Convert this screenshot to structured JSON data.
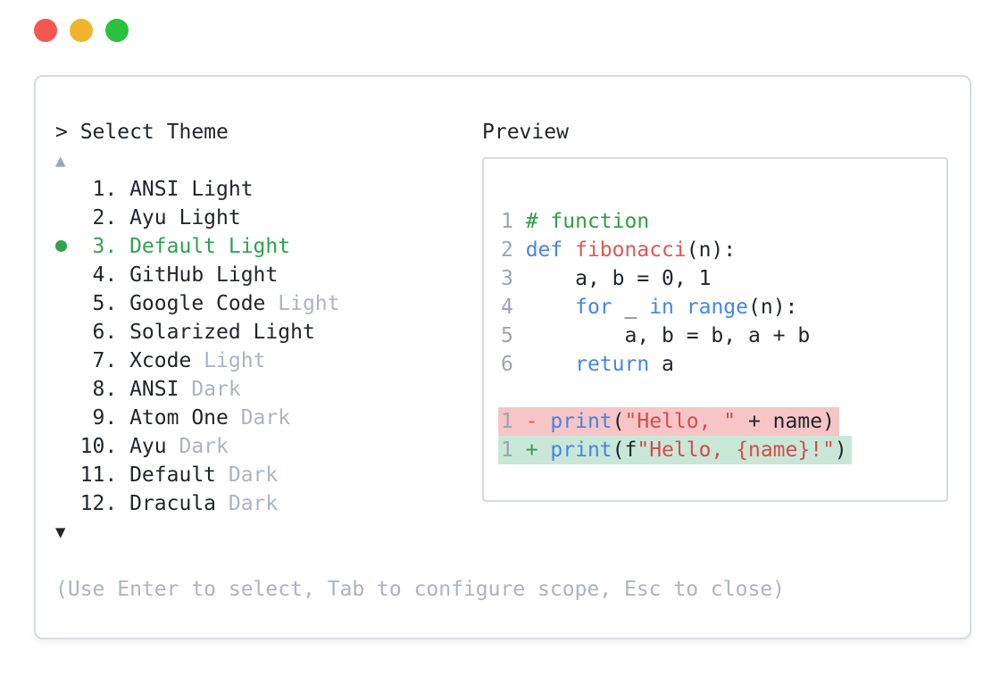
{
  "window": {
    "controls": [
      {
        "name": "close-button",
        "color": "#f4574f"
      },
      {
        "name": "minimize-button",
        "color": "#f1b230"
      },
      {
        "name": "maximize-button",
        "color": "#29c13d"
      }
    ]
  },
  "theme_picker": {
    "prompt": "> Select Theme",
    "scroll_up_indicator": "▲",
    "scroll_down_indicator": "▼",
    "items": [
      {
        "number": "1",
        "label": "ANSI Light",
        "muted": "",
        "selected": false
      },
      {
        "number": "2",
        "label": "Ayu Light",
        "muted": "",
        "selected": false
      },
      {
        "number": "3",
        "label": "Default Light",
        "muted": "",
        "selected": true
      },
      {
        "number": "4",
        "label": "GitHub Light",
        "muted": "",
        "selected": false
      },
      {
        "number": "5",
        "label": "Google Code",
        "muted": "Light",
        "selected": false
      },
      {
        "number": "6",
        "label": "Solarized Light",
        "muted": "",
        "selected": false
      },
      {
        "number": "7",
        "label": "Xcode",
        "muted": "Light",
        "selected": false
      },
      {
        "number": "8",
        "label": "ANSI",
        "muted": "Dark",
        "selected": false
      },
      {
        "number": "9",
        "label": "Atom One",
        "muted": "Dark",
        "selected": false
      },
      {
        "number": "10",
        "label": "Ayu",
        "muted": "Dark",
        "selected": false
      },
      {
        "number": "11",
        "label": "Default",
        "muted": "Dark",
        "selected": false
      },
      {
        "number": "12",
        "label": "Dracula",
        "muted": "Dark",
        "selected": false
      }
    ],
    "hint": "(Use Enter to select, Tab to configure scope, Esc to close)"
  },
  "preview": {
    "title": "Preview",
    "code_lines": [
      {
        "num": "1",
        "diff": null,
        "tokens": [
          {
            "t": "# function",
            "c": "com"
          }
        ]
      },
      {
        "num": "2",
        "diff": null,
        "tokens": [
          {
            "t": "def",
            "c": "kw"
          },
          {
            "t": " ",
            "c": "pl"
          },
          {
            "t": "fibonacci",
            "c": "fn"
          },
          {
            "t": "(n):",
            "c": "pl"
          }
        ]
      },
      {
        "num": "3",
        "diff": null,
        "tokens": [
          {
            "t": "    a, b = 0, 1",
            "c": "pl"
          }
        ]
      },
      {
        "num": "4",
        "diff": null,
        "tokens": [
          {
            "t": "    ",
            "c": "pl"
          },
          {
            "t": "for",
            "c": "kw"
          },
          {
            "t": " _ ",
            "c": "pl"
          },
          {
            "t": "in",
            "c": "kw"
          },
          {
            "t": " ",
            "c": "pl"
          },
          {
            "t": "range",
            "c": "kw"
          },
          {
            "t": "(n):",
            "c": "pl"
          }
        ]
      },
      {
        "num": "5",
        "diff": null,
        "tokens": [
          {
            "t": "        a, b = b, a + b",
            "c": "pl"
          }
        ]
      },
      {
        "num": "6",
        "diff": null,
        "tokens": [
          {
            "t": "    ",
            "c": "pl"
          },
          {
            "t": "return",
            "c": "kw"
          },
          {
            "t": " a",
            "c": "pl"
          }
        ]
      },
      {
        "blank": true
      },
      {
        "num": "1",
        "diff": "minus",
        "tokens": [
          {
            "t": "- ",
            "c": "minus"
          },
          {
            "t": "print",
            "c": "kw"
          },
          {
            "t": "(",
            "c": "pl"
          },
          {
            "t": "\"Hello, \"",
            "c": "str"
          },
          {
            "t": " + name)",
            "c": "pl"
          }
        ]
      },
      {
        "num": "1",
        "diff": "plus",
        "tokens": [
          {
            "t": "+ ",
            "c": "plus"
          },
          {
            "t": "print",
            "c": "kw"
          },
          {
            "t": "(f",
            "c": "pl"
          },
          {
            "t": "\"Hello, {name}!\"",
            "c": "str"
          },
          {
            "t": ")",
            "c": "pl"
          }
        ]
      }
    ]
  },
  "colors": {
    "text_dark": "#20252e",
    "muted_gray": "#aab4c3",
    "line_number_gray": "#9aa4b2",
    "accent_green": "#2fa24c",
    "keyword_blue": "#4484ea",
    "function_red": "#e05656",
    "string_red": "#d44c4c",
    "comment_green": "#2f9e43",
    "diff_removed_bg": "#f7c5c5",
    "diff_added_bg": "#c9e7d6",
    "border_gray": "#d7dbe3",
    "scroll_up_gray": "#9ba6b6",
    "traffic_red": "#f4574f",
    "traffic_yellow": "#f1b230",
    "traffic_green": "#29c13d"
  }
}
